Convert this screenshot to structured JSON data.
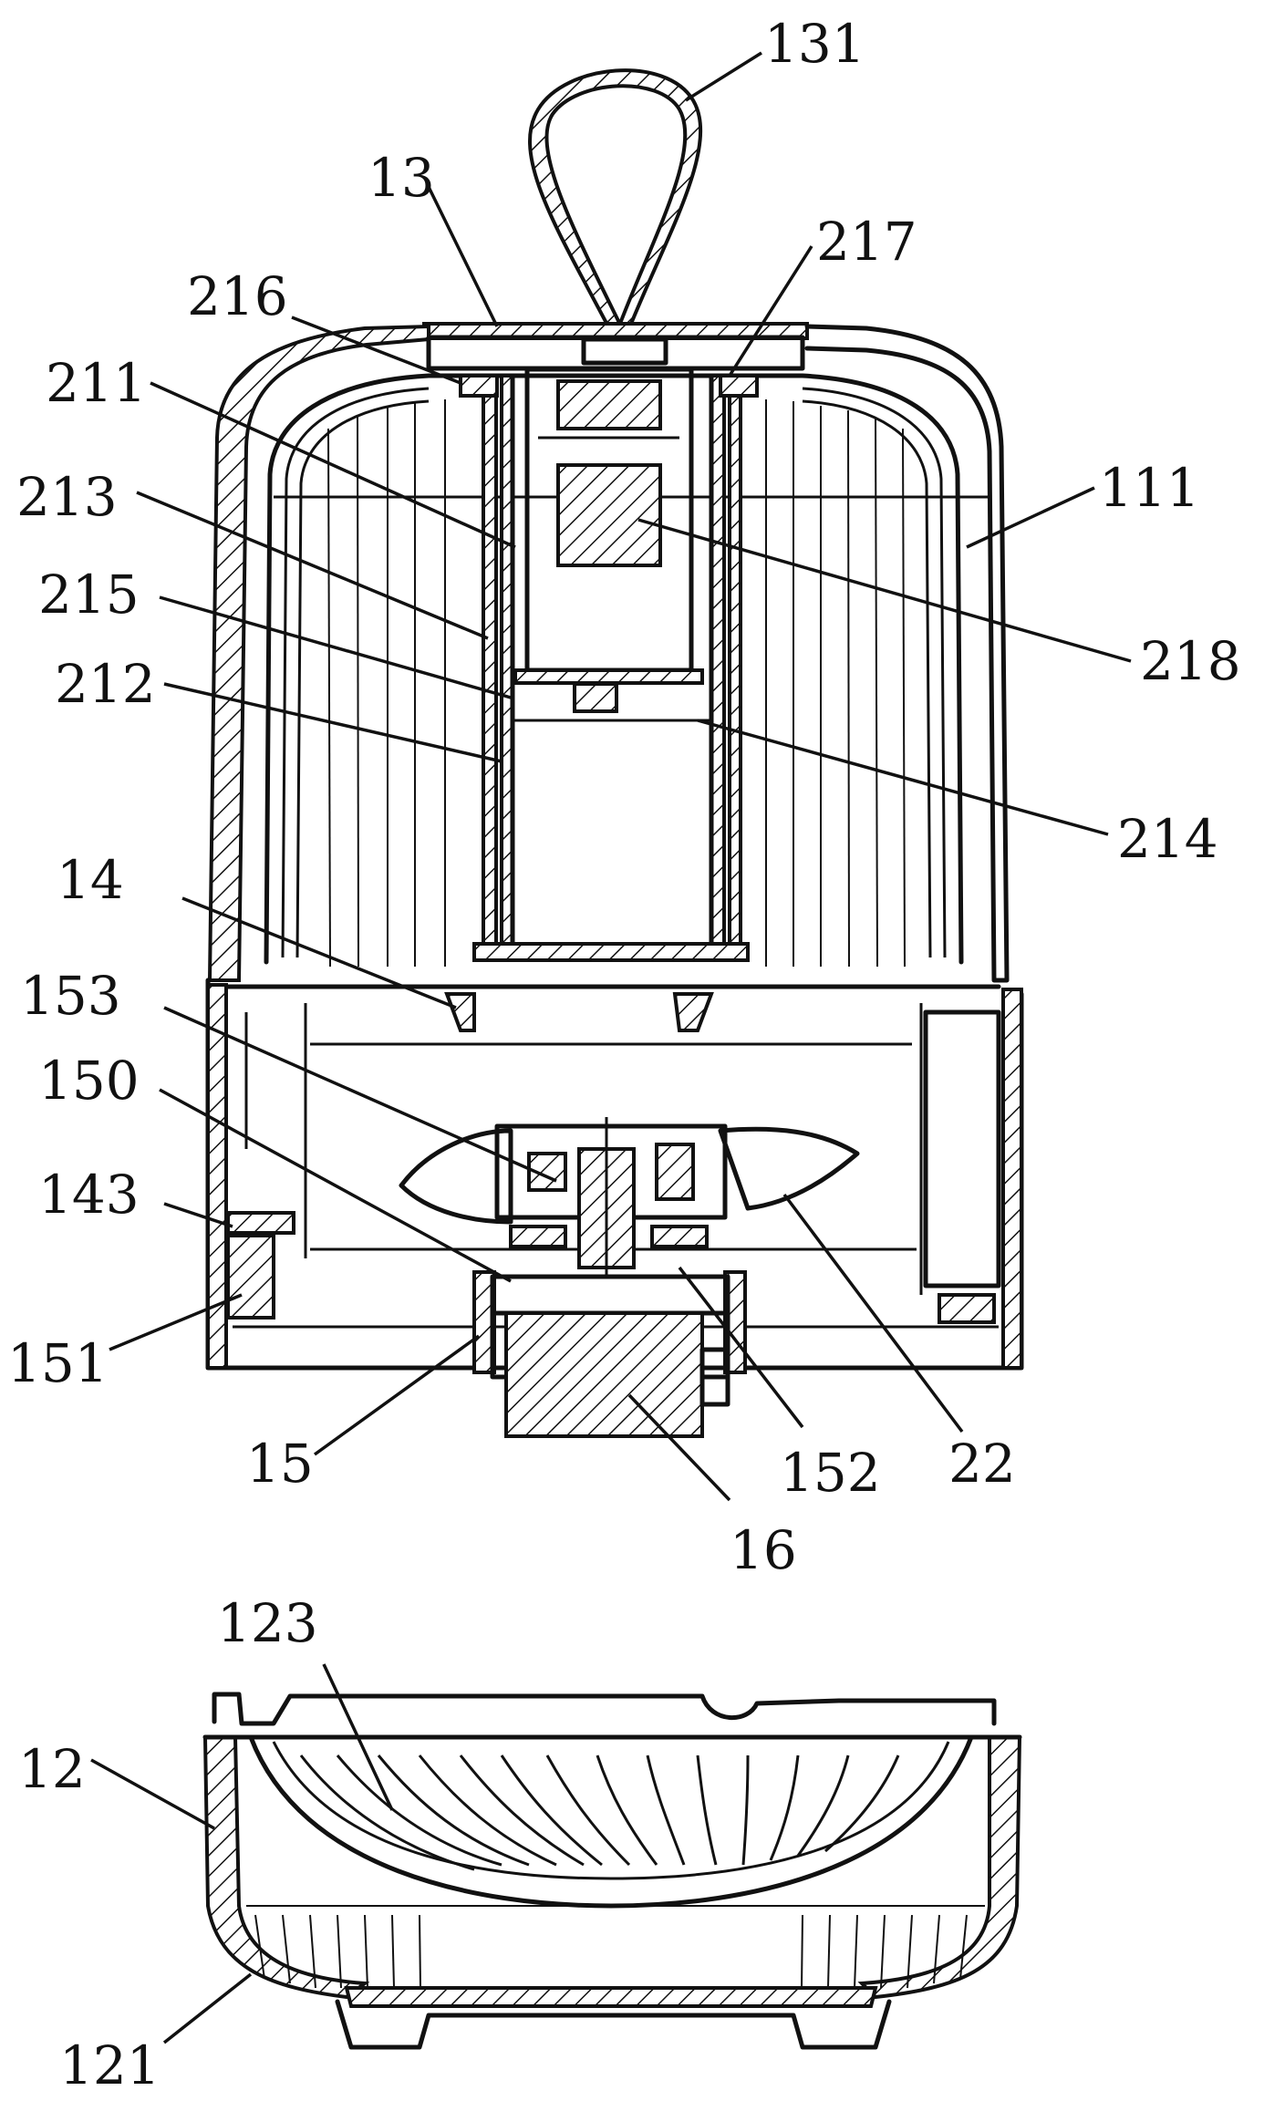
{
  "labels": {
    "l131": "131",
    "l13": "13",
    "l217": "217",
    "l216": "216",
    "l211": "211",
    "l111": "111",
    "l213": "213",
    "l215": "215",
    "l218": "218",
    "l212": "212",
    "l214": "214",
    "l14": "14",
    "l153": "153",
    "l150": "150",
    "l143": "143",
    "l151": "151",
    "l15": "15",
    "l152": "152",
    "l22": "22",
    "l16": "16",
    "l123": "123",
    "l12": "12",
    "l121": "121"
  }
}
